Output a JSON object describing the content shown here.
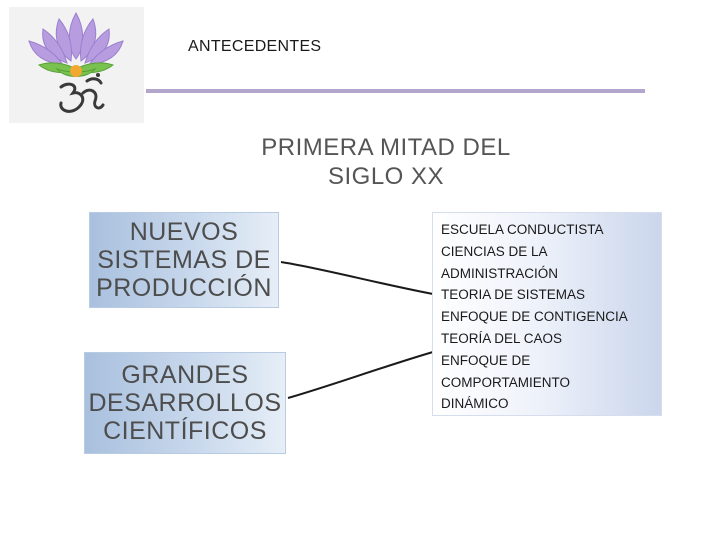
{
  "slide": {
    "title": "ANTECEDENTES"
  },
  "logo": {
    "icon": "lotus-om-icon",
    "colors": {
      "petals": "#a98fd6",
      "leaves": "#6fbf4a",
      "sun": "#f0a830",
      "om": "#3a3a3a"
    }
  },
  "diagram": {
    "heading": "PRIMERA MITAD DEL\nSIGLO XX",
    "topics": [
      {
        "label": "NUEVOS\nSISTEMAS DE\nPRODUCCIÓN"
      },
      {
        "label": "GRANDES\nDESARROLLOS\nCIENTÍFICOS"
      }
    ],
    "list": [
      "ESCUELA CONDUCTISTA",
      "CIENCIAS DE LA",
      "ADMINISTRACIÓN",
      "TEORIA DE SISTEMAS",
      "ENFOQUE DE CONTIGENCIA",
      "TEORÍA DEL CAOS",
      "ENFOQUE DE",
      "COMPORTAMIENTO",
      "DINÁMICO"
    ]
  }
}
